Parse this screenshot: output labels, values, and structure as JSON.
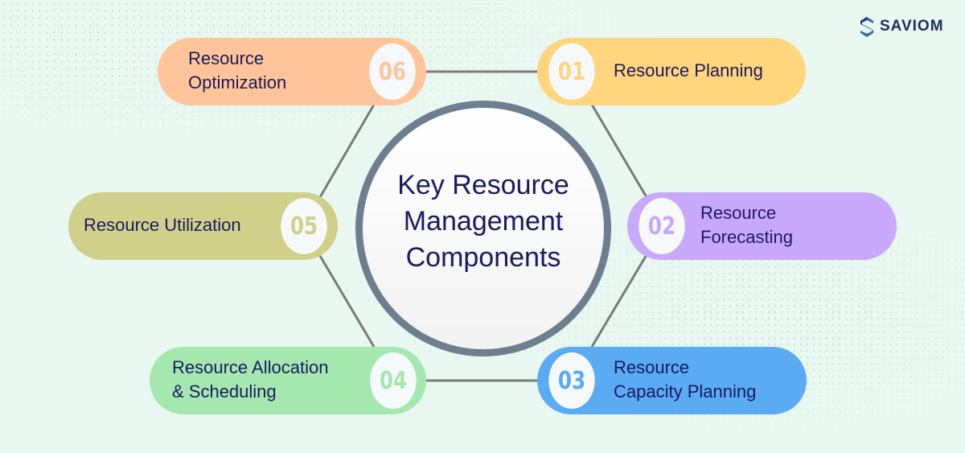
{
  "brand": {
    "name": "SAVIOM",
    "icon": "saviom-s-logo-icon"
  },
  "center": {
    "title": "Key Resource Management Components",
    "border_color": "#6d7f8f"
  },
  "colors": {
    "text": "#1a1a5e",
    "line": "#7a7a7a",
    "background": "#e8f7f0"
  },
  "components": [
    {
      "number": "01",
      "title": "Resource Planning",
      "color": "#ffd57e"
    },
    {
      "number": "02",
      "title": "Resource Forecasting",
      "color": "#c8a8fb"
    },
    {
      "number": "03",
      "title": "Resource Capacity Planning",
      "color": "#5aabf3"
    },
    {
      "number": "04",
      "title": "Resource Allocation & Scheduling",
      "color": "#a4e8b0"
    },
    {
      "number": "05",
      "title": "Resource Utilization",
      "color": "#d0d08a"
    },
    {
      "number": "06",
      "title": "Resource Optimization",
      "color": "#ffc49a"
    }
  ],
  "labels": {
    "c01": [
      "Resource Planning"
    ],
    "c02": [
      "Resource",
      "Forecasting"
    ],
    "c03": [
      "Resource",
      "Capacity Planning"
    ],
    "c04": [
      "Resource Allocation",
      "& Scheduling"
    ],
    "c05": [
      "Resource Utilization"
    ],
    "c06": [
      "Resource",
      "Optimization"
    ]
  }
}
